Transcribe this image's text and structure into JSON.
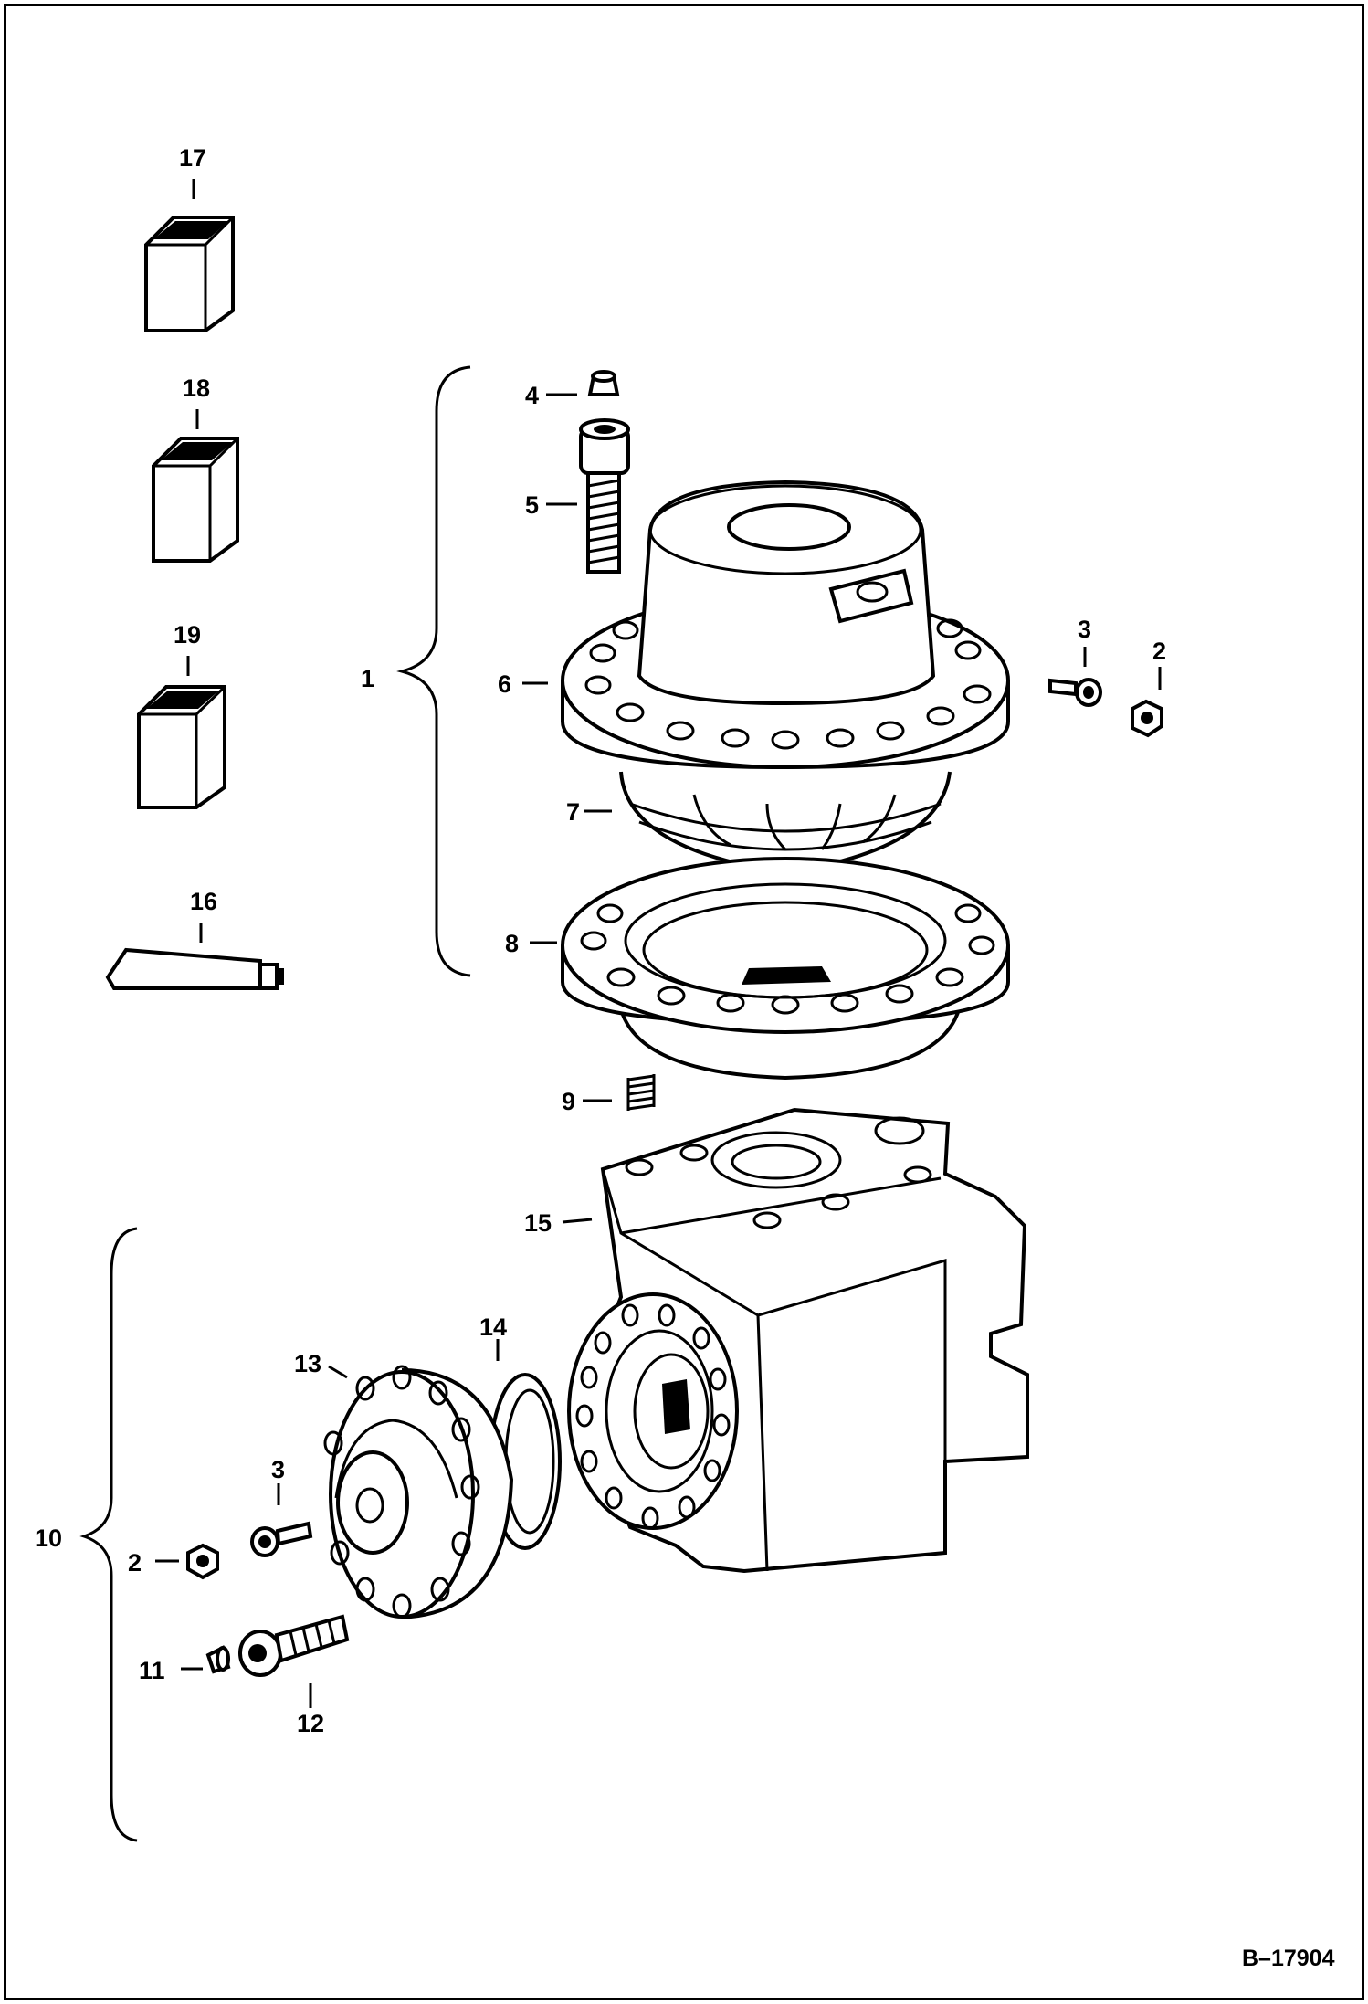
{
  "drawing": {
    "reference": "B–17904",
    "callouts": [
      "1",
      "2",
      "3",
      "4",
      "5",
      "6",
      "7",
      "8",
      "9",
      "10",
      "11",
      "12",
      "13",
      "14",
      "15",
      "16",
      "17",
      "18",
      "19"
    ],
    "left_callouts": [
      "2",
      "3"
    ]
  }
}
